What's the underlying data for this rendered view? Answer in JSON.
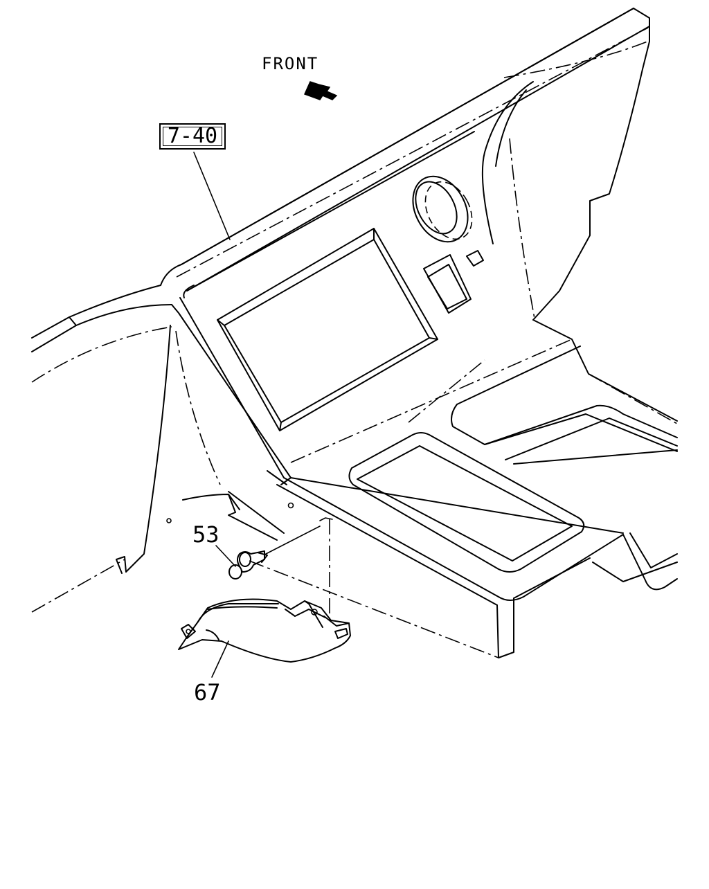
{
  "direction": {
    "label": "FRONT"
  },
  "reference": {
    "label": "7-40"
  },
  "parts": [
    {
      "number": "53"
    },
    {
      "number": "67"
    }
  ],
  "colors": {
    "line": "#000000",
    "background": "#ffffff"
  }
}
